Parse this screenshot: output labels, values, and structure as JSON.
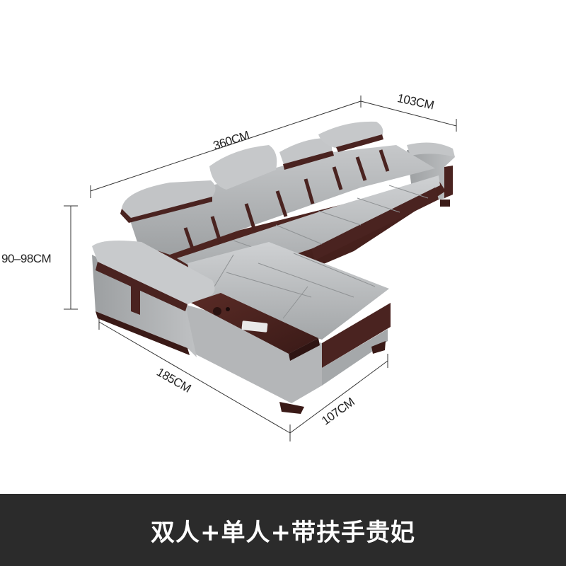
{
  "product": {
    "dimensions": {
      "length": "360CM",
      "depth": "103CM",
      "height": "90–98CM",
      "chaise_length": "185CM",
      "chaise_width": "107CM"
    }
  },
  "caption": "双人+单人+带扶手贵妃",
  "colors": {
    "leather": "#a9abad",
    "leather_light": "#c9cbcd",
    "wood": "#4a2320",
    "caption_bg": "#2b2b2b"
  }
}
